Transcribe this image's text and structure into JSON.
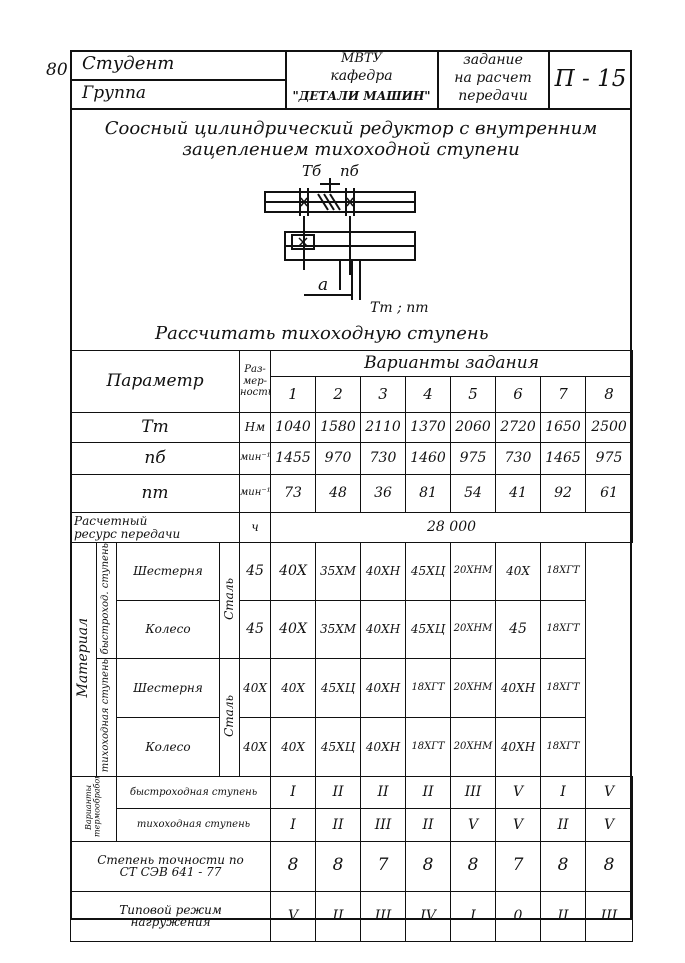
{
  "header": {
    "sheet_no": "80",
    "student_label": "Студент",
    "group_label": "Группа",
    "institute": "МВТУ",
    "department": "кафедра",
    "department_name": "\"ДЕТАЛИ МАШИН\"",
    "task_line1": "задание",
    "task_line2": "на расчет",
    "task_line3": "передачи",
    "task_code": "П - 15"
  },
  "title": {
    "line1": "Соосный цилиндрический редуктор с внутренним",
    "line2": "зацеплением тихоходной ступени"
  },
  "diagram": {
    "label_tb": "Тб",
    "label_nb": "nб",
    "label_a": "a",
    "label_tt": "Тт ; nт"
  },
  "instruction": "Рассчитать тихоходную ступень",
  "table": {
    "param_header": "Параметр",
    "dim_header_l1": "Раз-",
    "dim_header_l2": "мер-",
    "dim_header_l3": "ность",
    "variants_header": "Варианты задания",
    "variant_numbers": [
      "1",
      "2",
      "3",
      "4",
      "5",
      "6",
      "7",
      "8"
    ],
    "rows": [
      {
        "param": "Тт",
        "unit": "Нм",
        "values": [
          "1040",
          "1580",
          "2110",
          "1370",
          "2060",
          "2720",
          "1650",
          "2500"
        ]
      },
      {
        "param": "nб",
        "unit": "мин⁻¹",
        "values": [
          "1455",
          "970",
          "730",
          "1460",
          "975",
          "730",
          "1465",
          "975"
        ]
      },
      {
        "param": "nт",
        "unit": "мин⁻¹",
        "values": [
          "73",
          "48",
          "36",
          "81",
          "54",
          "41",
          "92",
          "61"
        ]
      }
    ],
    "resource": {
      "param_l1": "Расчетный",
      "param_l2": "ресурс передачи",
      "unit": "ч",
      "value": "28 000"
    },
    "material": {
      "group_label": "Материал",
      "fast_stage_label": "быстроход. ступень",
      "slow_stage_label": "тихоходная ступень",
      "steel_label": "Сталь",
      "gear_label": "Шестерня",
      "wheel_label": "Колесо",
      "fast_gear": [
        "45",
        "40Х",
        "35ХМ",
        "40ХН",
        "45ХЦ",
        "20ХНМ",
        "40Х",
        "18ХГТ"
      ],
      "fast_wheel": [
        "45",
        "40Х",
        "35ХМ",
        "40ХН",
        "45ХЦ",
        "20ХНМ",
        "45",
        "18ХГТ"
      ],
      "slow_gear": [
        "40Х",
        "40Х",
        "45ХЦ",
        "40ХН",
        "18ХГТ",
        "20ХНМ",
        "40ХН",
        "18ХГТ"
      ],
      "slow_wheel": [
        "40Х",
        "40Х",
        "45ХЦ",
        "40ХН",
        "18ХГТ",
        "20ХНМ",
        "40ХН",
        "18ХГТ"
      ]
    },
    "thermal": {
      "group_label": "Варианты термообработки",
      "fast_label": "быстроходная ступень",
      "slow_label": "тихоходная ступень",
      "fast": [
        "I",
        "II",
        "II",
        "II",
        "III",
        "V",
        "I",
        "V"
      ],
      "slow": [
        "I",
        "II",
        "III",
        "II",
        "V",
        "V",
        "II",
        "V"
      ]
    },
    "accuracy": {
      "label_l1": "Степень точности по",
      "label_l2": "СТ СЭВ 641 - 77",
      "values": [
        "8",
        "8",
        "7",
        "8",
        "8",
        "7",
        "8",
        "8"
      ]
    },
    "load_mode": {
      "label_l1": "Типовой режим",
      "label_l2": "нагружения",
      "values": [
        "V",
        "II",
        "III",
        "IV",
        "I",
        "0",
        "II",
        "III"
      ]
    }
  }
}
